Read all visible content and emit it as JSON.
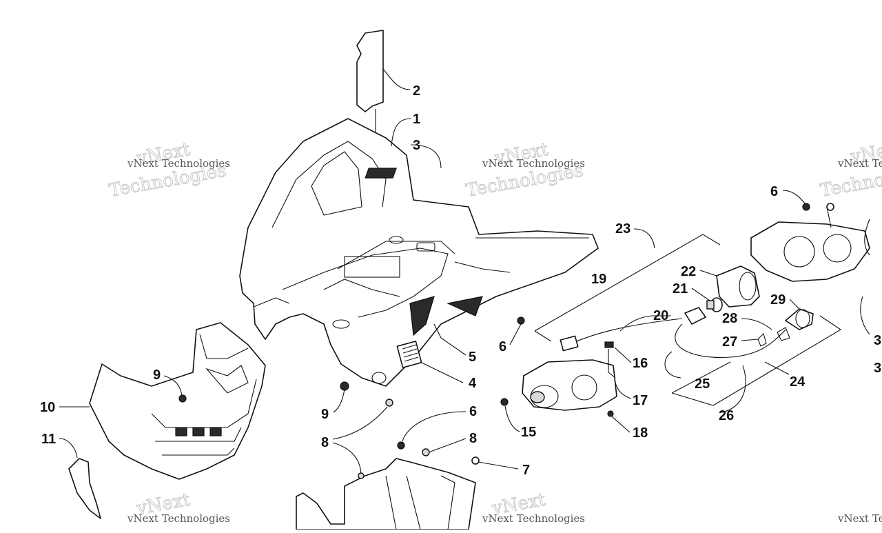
{
  "watermark": {
    "line1": "vNext Technologies",
    "line2": "vNext",
    "line3": "Technologies"
  },
  "callouts": [
    "1",
    "2",
    "3",
    "4",
    "5",
    "6",
    "7",
    "8",
    "9",
    "10",
    "11",
    "15",
    "16",
    "17",
    "18",
    "19",
    "20",
    "21",
    "22",
    "23",
    "24",
    "25",
    "26",
    "27",
    "28",
    "29",
    "3"
  ],
  "colors": {
    "ink": "#111111",
    "background": "#ffffff",
    "watermark": "#c8c8c8"
  }
}
